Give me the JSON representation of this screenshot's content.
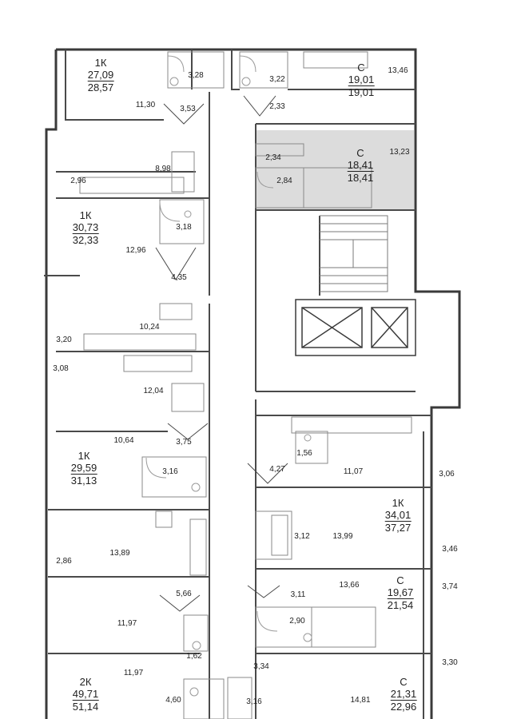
{
  "colors": {
    "wall": "#3a3a3a",
    "thin": "#6a6a6a",
    "fixture": "#9a9a9a",
    "highlight": "#dcdcdc",
    "background": "#ffffff"
  },
  "apartments": [
    {
      "id": "a1",
      "type": "1К",
      "living": "27,09",
      "total": "28,57"
    },
    {
      "id": "a2",
      "type": "С",
      "living": "19,01",
      "total": "19,01"
    },
    {
      "id": "a3",
      "type": "С",
      "living": "18,41",
      "total": "18,41",
      "highlighted": true
    },
    {
      "id": "a4",
      "type": "1К",
      "living": "30,73",
      "total": "32,33"
    },
    {
      "id": "a5",
      "type": "1К",
      "living": "29,59",
      "total": "31,13"
    },
    {
      "id": "a6",
      "type": "1К",
      "living": "34,01",
      "total": "37,27"
    },
    {
      "id": "a7",
      "type": "С",
      "living": "19,67",
      "total": "21,54"
    },
    {
      "id": "a8",
      "type": "2К",
      "living": "49,71",
      "total": "51,14"
    },
    {
      "id": "a9",
      "type": "С",
      "living": "21,31",
      "total": "22,96"
    }
  ],
  "room_areas": [
    "11,30",
    "3,28",
    "3,53",
    "3,22",
    "2,33",
    "13,46",
    "8,98",
    "2,96",
    "2,34",
    "2,84",
    "13,23",
    "3,18",
    "12,96",
    "4,35",
    "10,24",
    "3,20",
    "3,08",
    "12,04",
    "10,64",
    "3,75",
    "3,16",
    "1,56",
    "4,27",
    "11,07",
    "3,06",
    "3,12",
    "13,99",
    "3,46",
    "13,89",
    "2,86",
    "5,66",
    "3,11",
    "13,66",
    "3,74",
    "11,97",
    "2,90",
    "11,97",
    "1,62",
    "3,34",
    "3,30",
    "4,60",
    "3,16",
    "14,81"
  ]
}
